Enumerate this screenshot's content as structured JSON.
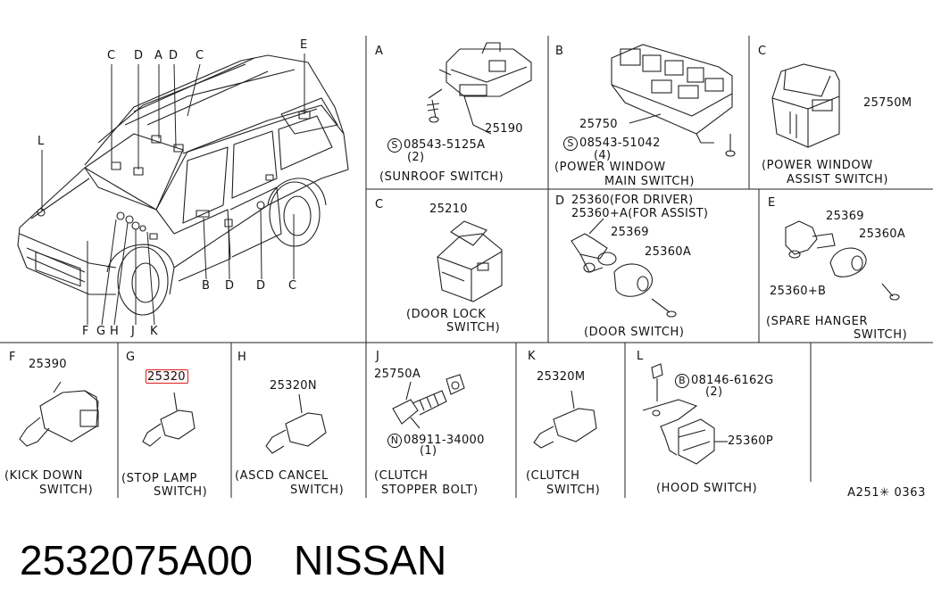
{
  "colors": {
    "line": "#222222",
    "highlight": "#e0201e",
    "background": "#ffffff"
  },
  "vehicle": {
    "labels": [
      "C",
      "D",
      "A",
      "D",
      "C",
      "E",
      "L",
      "B",
      "D",
      "D",
      "C",
      "F",
      "G",
      "H",
      "J",
      "K"
    ]
  },
  "panels": {
    "A": {
      "letter": "A",
      "part": "25190",
      "bolt": "08543-5125A",
      "qty": "(2)",
      "bolt_mark": "S",
      "caption": "(SUNROOF SWITCH)"
    },
    "B": {
      "letter": "B",
      "part": "25750",
      "bolt": "08543-51042",
      "qty": "(4)",
      "bolt_mark": "S",
      "caption_1": "(POWER WINDOW",
      "caption_2": "MAIN SWITCH)"
    },
    "C1": {
      "letter": "C",
      "part": "25750M",
      "caption_1": "(POWER WINDOW",
      "caption_2": "ASSIST SWITCH)"
    },
    "C2": {
      "letter": "C",
      "part": "25210",
      "caption_1": "(DOOR LOCK",
      "caption_2": "SWITCH)"
    },
    "D": {
      "letter": "D",
      "part_line1": "25360(FOR DRIVER)",
      "part_line2": "25360+A(FOR ASSIST)",
      "part_b": "25369",
      "part_c": "25360A",
      "caption": "(DOOR SWITCH)"
    },
    "E": {
      "letter": "E",
      "part_a": "25369",
      "part_b": "25360A",
      "part_c": "25360+B",
      "caption_1": "(SPARE HANGER",
      "caption_2": "SWITCH)"
    },
    "F": {
      "letter": "F",
      "part": "25390",
      "caption_1": "(KICK DOWN",
      "caption_2": "SWITCH)"
    },
    "G": {
      "letter": "G",
      "part": "25320",
      "caption_1": "(STOP LAMP",
      "caption_2": "SWITCH)"
    },
    "H": {
      "letter": "H",
      "part": "25320N",
      "caption_1": "(ASCD CANCEL",
      "caption_2": "SWITCH)"
    },
    "J": {
      "letter": "J",
      "part": "25750A",
      "nut": "08911-34000",
      "qty": "(1)",
      "nut_mark": "N",
      "caption_1": "(CLUTCH",
      "caption_2": "STOPPER BOLT)"
    },
    "K": {
      "letter": "K",
      "part": "25320M",
      "caption_1": "(CLUTCH",
      "caption_2": "SWITCH)"
    },
    "L": {
      "letter": "L",
      "bolt": "08146-6162G",
      "qty": "(2)",
      "bolt_mark": "B",
      "part": "25360P",
      "caption": "(HOOD SWITCH)"
    }
  },
  "reference": "A251✳ 0363",
  "footer": {
    "part_number": "2532075A00",
    "brand": "NISSAN"
  }
}
